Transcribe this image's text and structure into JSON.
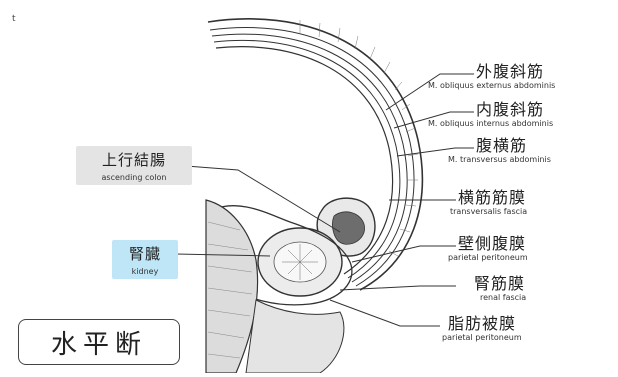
{
  "corner_mark": "t",
  "view_label": "水平断",
  "labels": {
    "ext_oblique": {
      "ja": "外腹斜筋",
      "en": "M. obliquus externus abdominis"
    },
    "int_oblique": {
      "ja": "内腹斜筋",
      "en": "M. obliquus internus abdominis"
    },
    "transversus": {
      "ja": "腹横筋",
      "en": "M. transversus abdominis"
    },
    "transversalis_fascia": {
      "ja": "横筋筋膜",
      "en": "transversalis fascia"
    },
    "parietal_peritoneum": {
      "ja": "壁側腹膜",
      "en": "parietal peritoneum"
    },
    "renal_fascia": {
      "ja": "腎筋膜",
      "en": "renal fascia"
    },
    "perirenal_fat_capsule": {
      "ja": "脂肪被膜",
      "en": "parietal peritoneum"
    },
    "ascending_colon": {
      "ja": "上行結腸",
      "en": "ascending colon"
    },
    "kidney": {
      "ja": "腎臓",
      "en": "kidney"
    }
  },
  "colors": {
    "kidney_highlight": "#bfe6f6",
    "colon_highlight": "#e4e4e4",
    "line": "#333333"
  }
}
